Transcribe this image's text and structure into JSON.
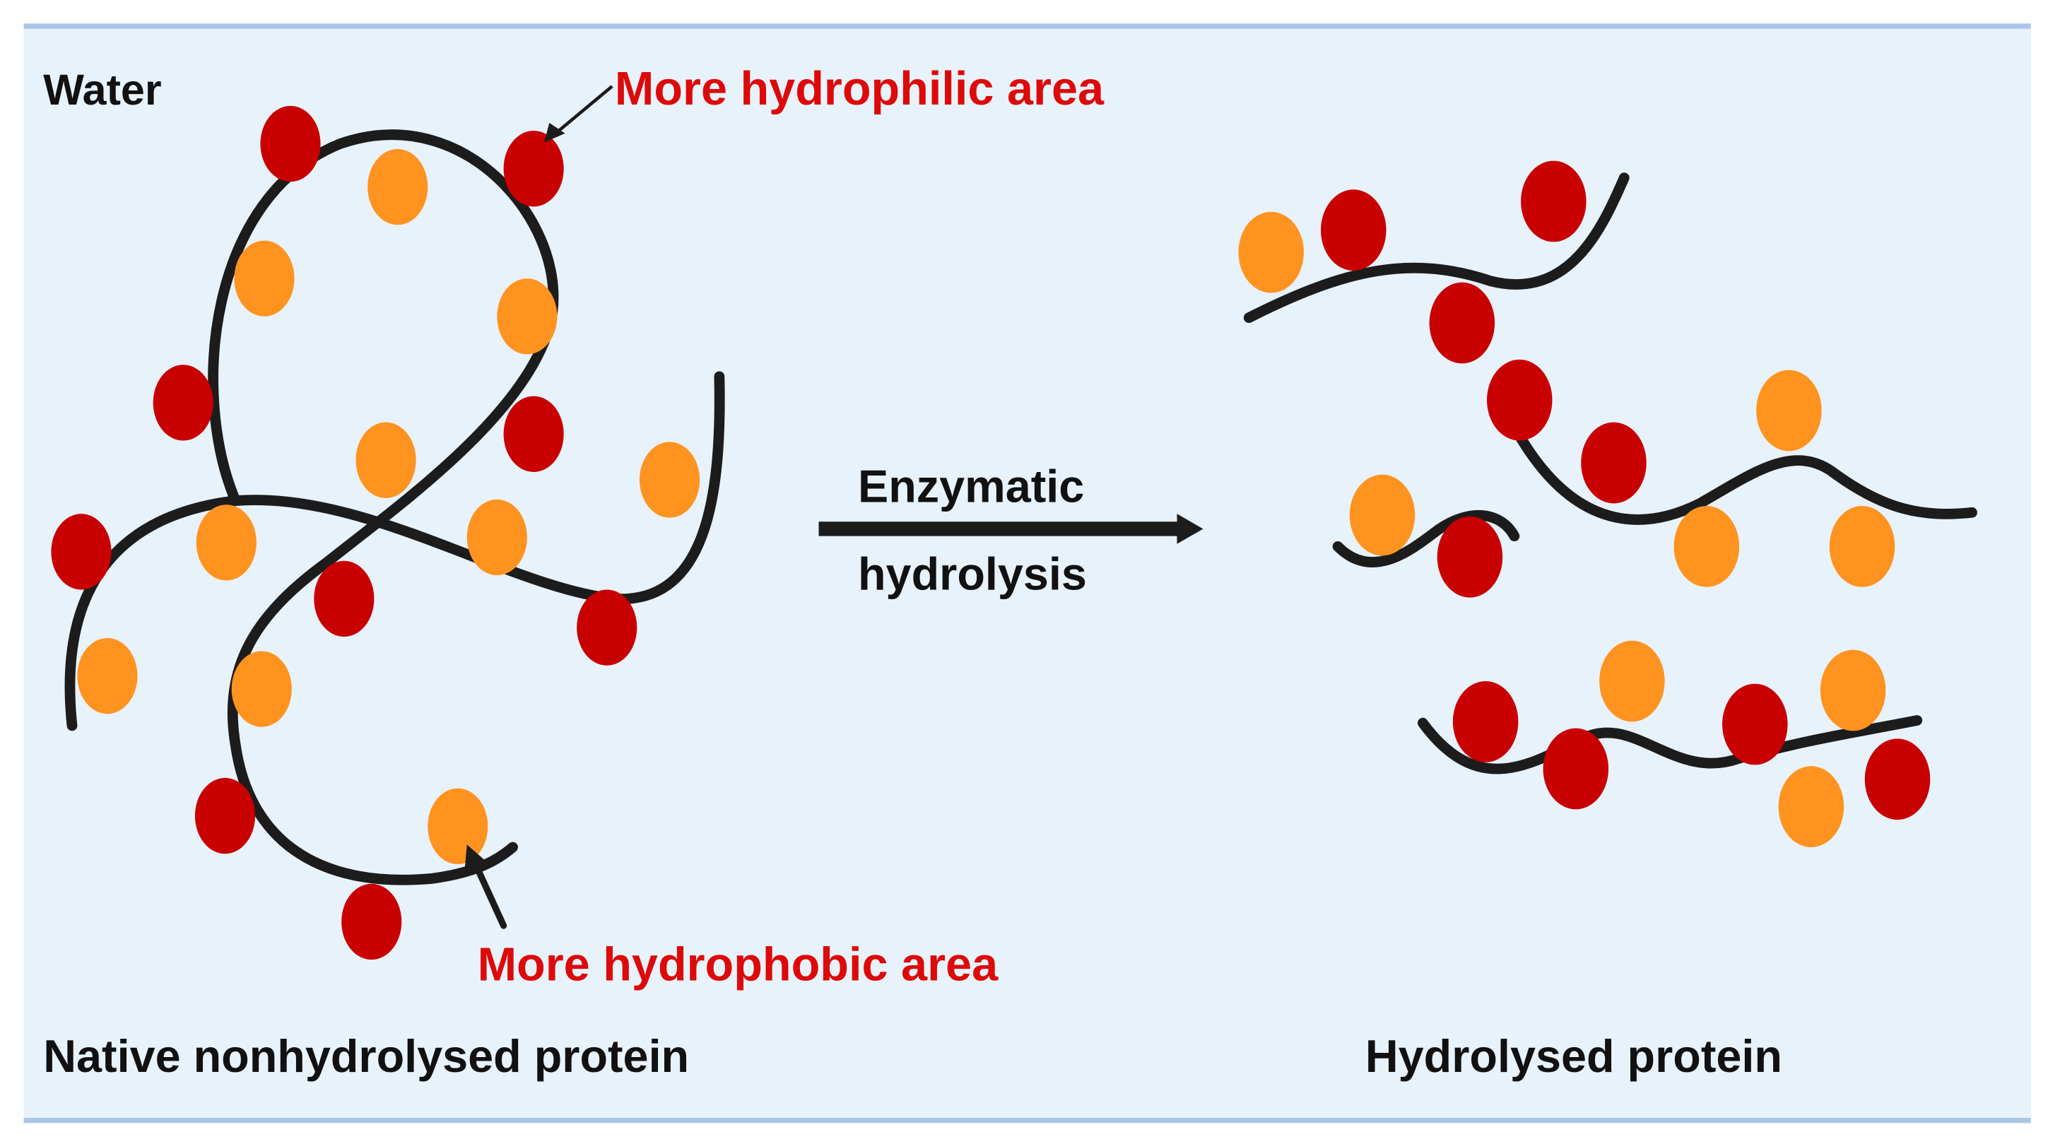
{
  "figure": {
    "water_label": "Water",
    "hydrophilic_label": "More hydrophilic area",
    "hydrophobic_label": "More hydrophobic area",
    "arrow_label_line1": "Enzymatic",
    "arrow_label_line2": "hydrolysis",
    "left_caption": "Native nonhydrolysed protein",
    "right_caption": "Hydrolysed protein"
  },
  "legend_colors": {
    "hydrophilic_residue": "#c80000",
    "hydrophobic_residue": "#ff9320",
    "chain": "#1c1c1c",
    "background": "#e8f2fb",
    "frame_line": "#a9c6e8",
    "label_red": "#dd0a0a"
  }
}
